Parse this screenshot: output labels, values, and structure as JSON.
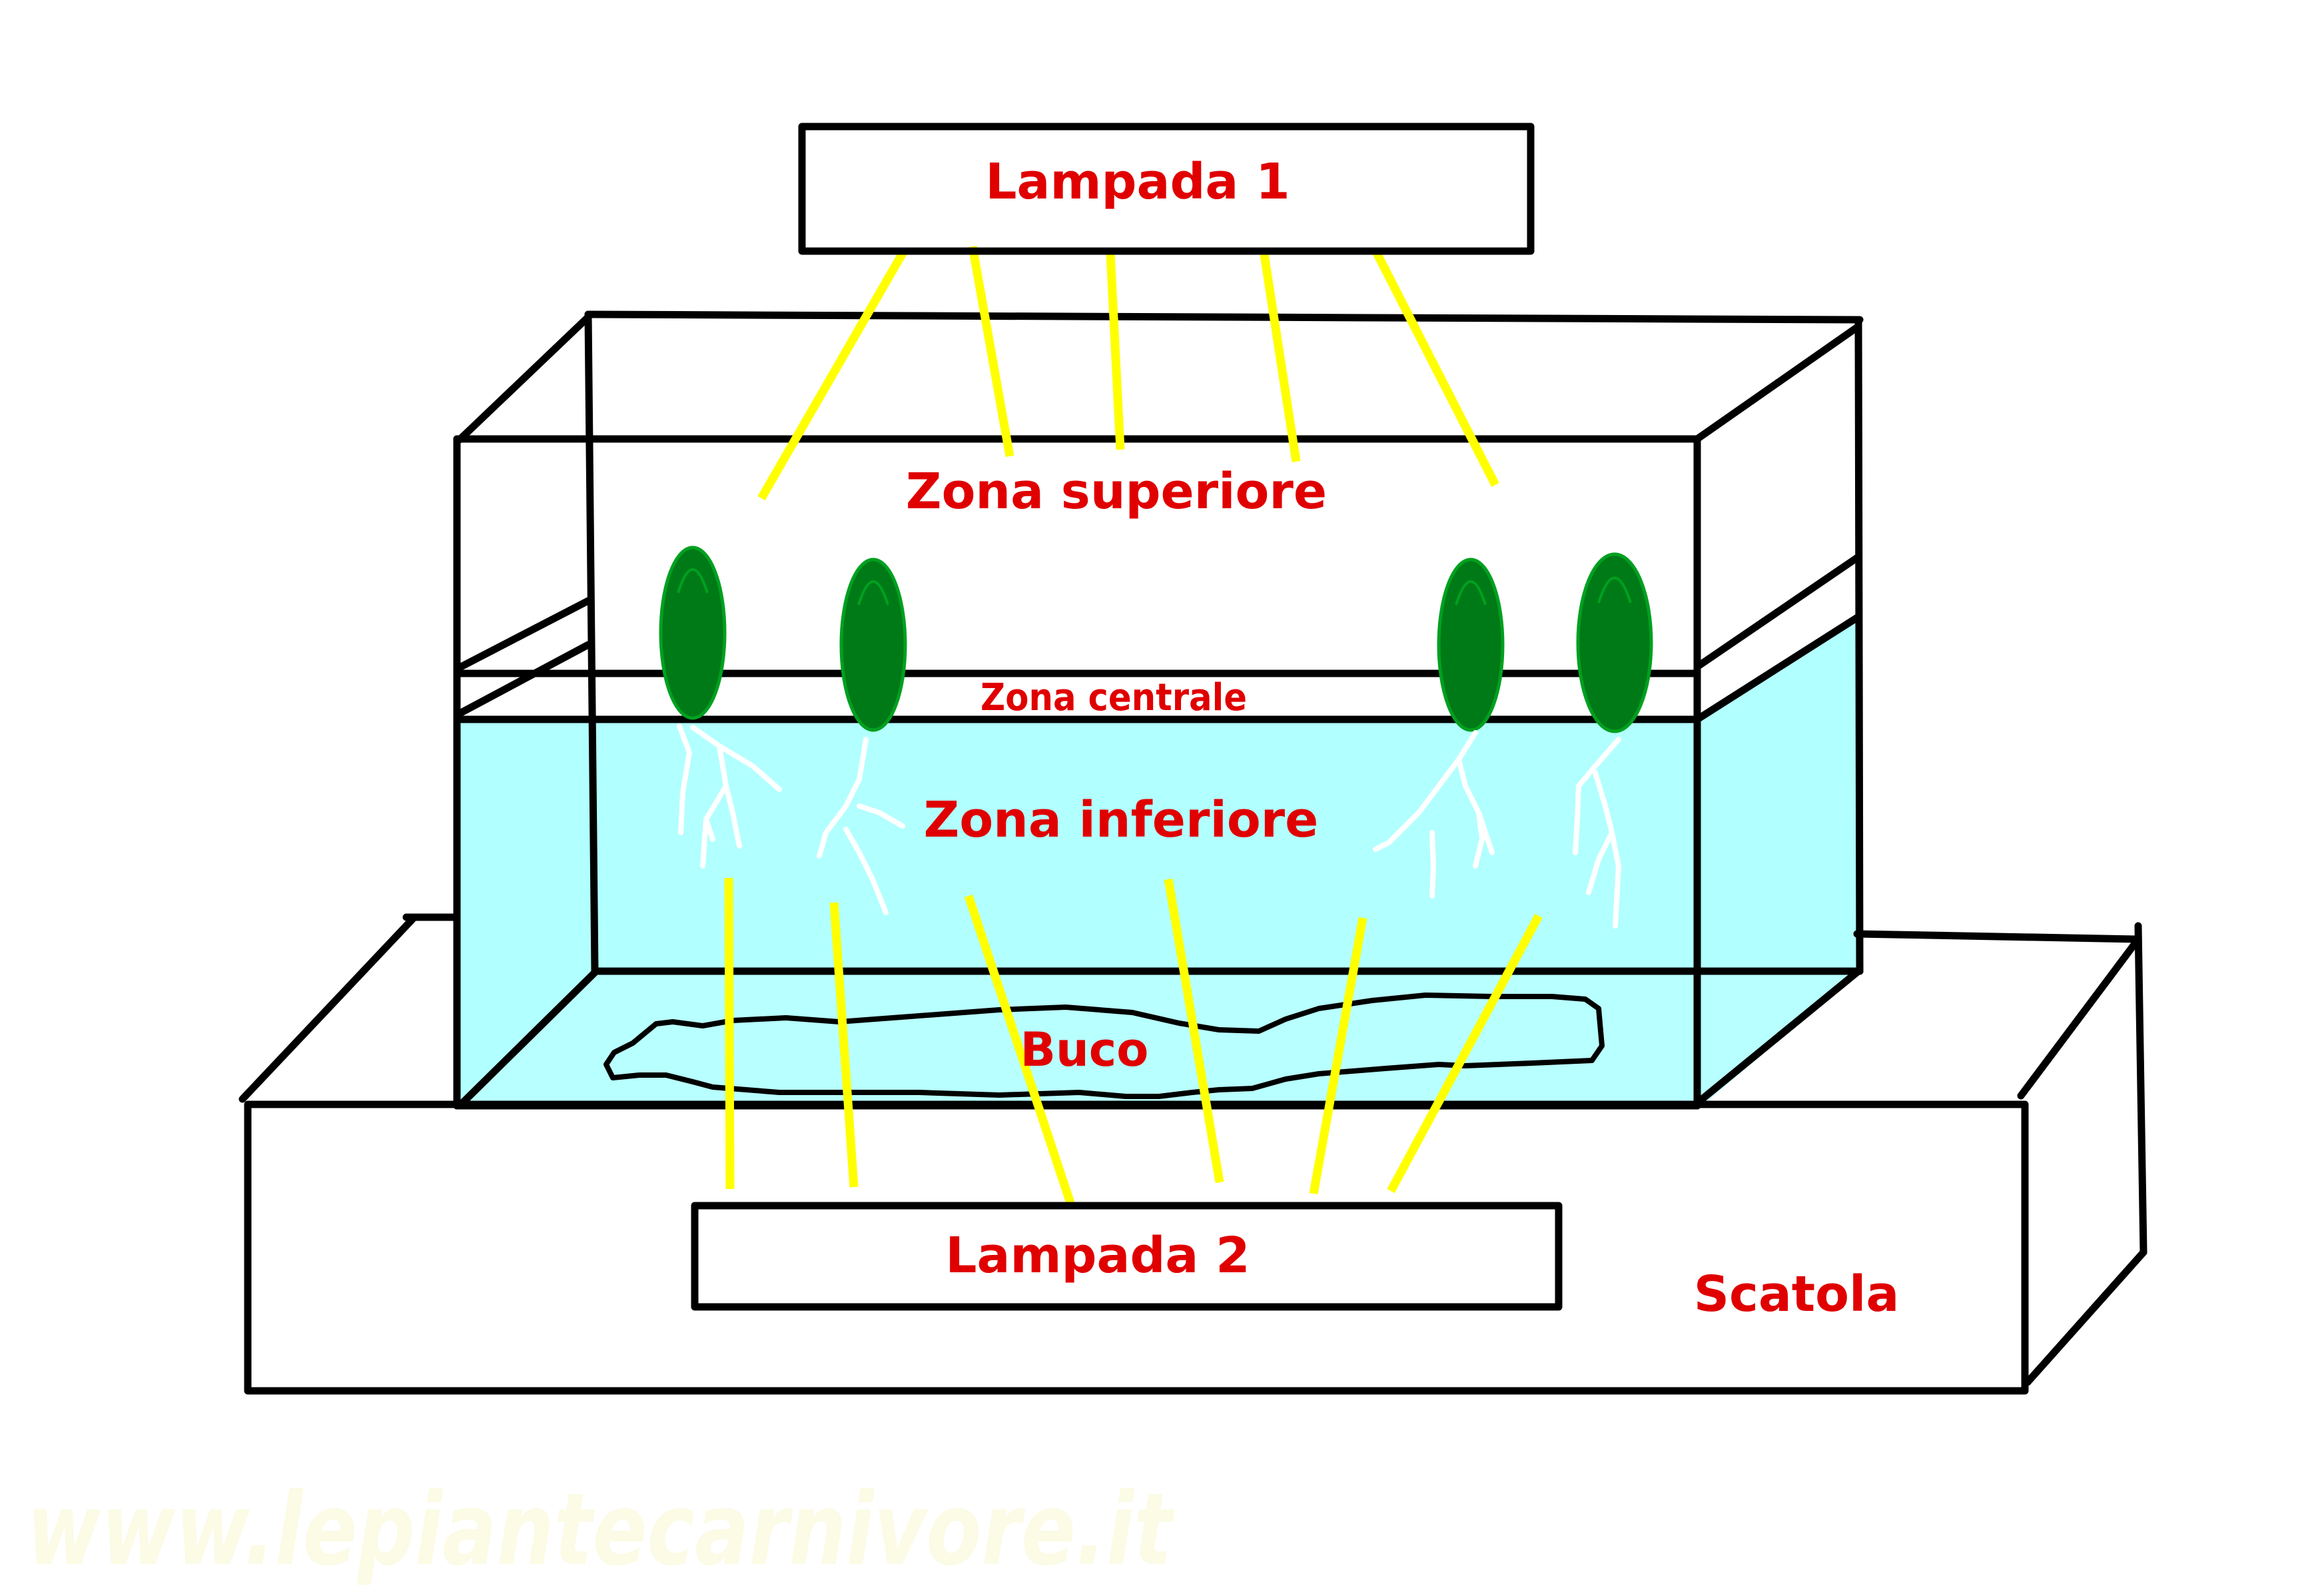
{
  "labels": {
    "lamp_top": "Lampada 1",
    "zone_upper": "Zona superiore",
    "zone_middle": "Zona centrale",
    "zone_lower": "Zona inferiore",
    "hole": "Buco",
    "lamp_bottom": "Lampada 2",
    "box": "Scatola"
  },
  "watermark": "www.lepiantecarnivore.it",
  "colors": {
    "label_text": "#e00000",
    "outline": "#000000",
    "water": "#b2ffff",
    "light_rays": "#ffff00",
    "plants": "#007a16",
    "roots": "#ffffff",
    "watermark": "#fbfbe6"
  }
}
